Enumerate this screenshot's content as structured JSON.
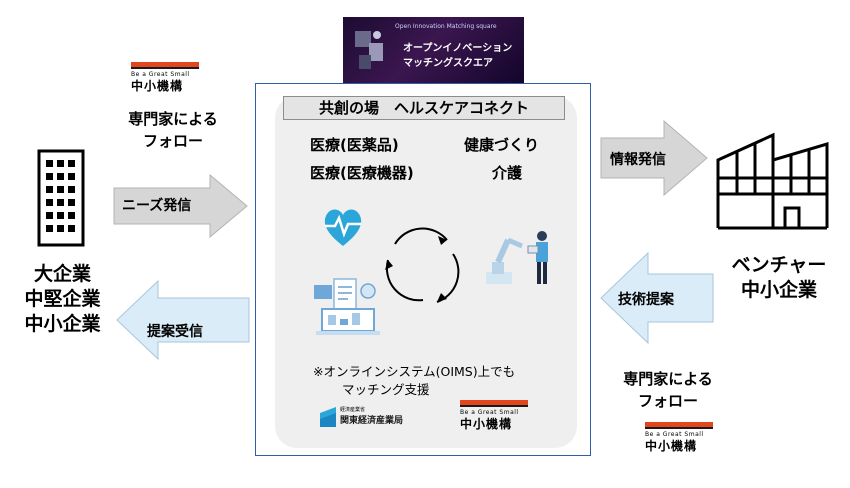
{
  "banner": {
    "subtitle": "Open Innovation Matching square",
    "line1": "オープンイノベーション",
    "line2": "マッチングスクエア"
  },
  "center": {
    "title": "共創の場　ヘルスケアコネクト",
    "fields": [
      "医療(医薬品)",
      "健康づくり",
      "医療(医療機器)",
      "介護"
    ],
    "note_line1": "※オンラインシステム(OIMS)上でも",
    "note_line2": "マッチング支援",
    "kanto_tag": "経済産業省",
    "kanto_name": "関東経済産業局"
  },
  "logo": {
    "tagline": "Be a Great Small",
    "name": "中小機構"
  },
  "left": {
    "expert_line1": "専門家による",
    "expert_line2": "フォロー",
    "needs_arrow": "ニーズ発信",
    "proposal_arrow": "提案受信",
    "company_line1": "大企業",
    "company_line2": "中堅企業",
    "company_line3": "中小企業"
  },
  "right": {
    "info_arrow": "情報発信",
    "tech_arrow": "技術提案",
    "venture_line1": "ベンチャー",
    "venture_line2": "中小企業",
    "expert_line1": "専門家による",
    "expert_line2": "フォロー"
  },
  "icons": [
    "building-icon",
    "factory-icon",
    "heart-monitor-icon",
    "robot-arm-icon",
    "office-documents-icon",
    "cycle-arrows-icon"
  ],
  "colors": {
    "arrow_gray": "#d6d6d6",
    "arrow_blue": "#d9ecf7",
    "panel_border": "#2f5fa8",
    "heart": "#2aa6d8",
    "logo_red": "#e2461c"
  }
}
